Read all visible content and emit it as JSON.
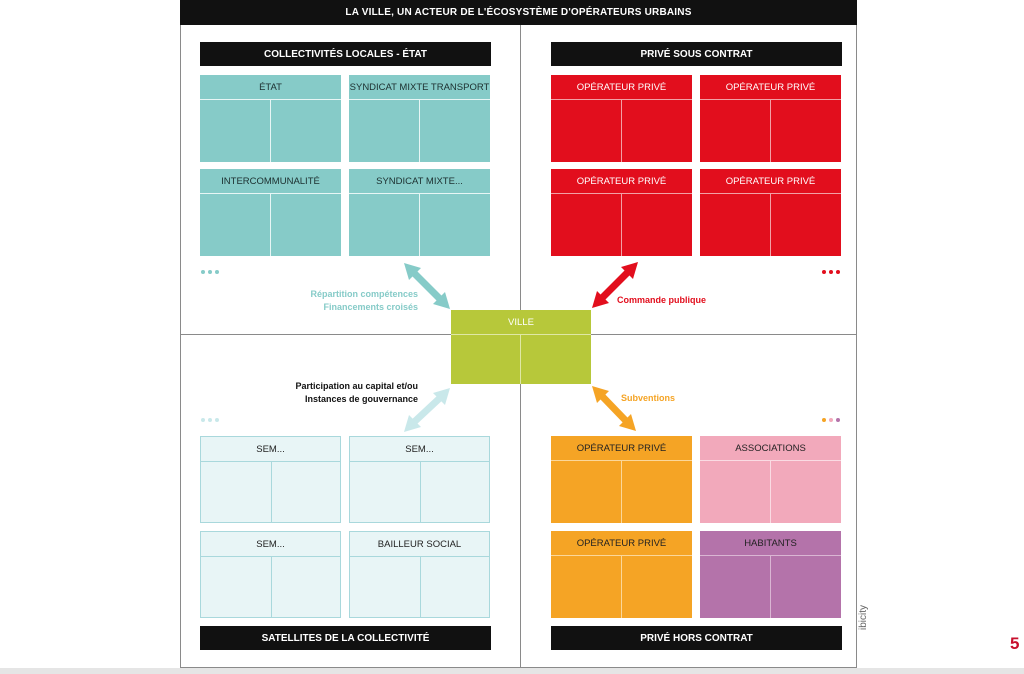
{
  "title": "LA VILLE, UN ACTEUR DE L'ÉCOSYSTÈME D'OPÉRATEURS URBAINS",
  "quadrants": {
    "top_left": {
      "label": "COLLECTIVITÉS LOCALES - ÉTAT",
      "cards": [
        "ÉTAT",
        "SYNDICAT MIXTE TRANSPORT",
        "INTERCOMMUNALITÉ",
        "SYNDICAT MIXTE..."
      ],
      "note_line1": "Répartition compétences",
      "note_line2": "Financements croisés",
      "color": "#86cbc8"
    },
    "top_right": {
      "label": "PRIVÉ SOUS CONTRAT",
      "cards": [
        "OPÉRATEUR PRIVÉ",
        "OPÉRATEUR PRIVÉ",
        "OPÉRATEUR PRIVÉ",
        "OPÉRATEUR PRIVÉ"
      ],
      "note": "Commande publique",
      "color": "#e20e1d"
    },
    "bottom_left": {
      "label": "SATELLITES DE LA COLLECTIVITÉ",
      "cards": [
        "SEM...",
        "SEM...",
        "SEM...",
        "BAILLEUR SOCIAL"
      ],
      "note_line1": "Participation au capital et/ou",
      "note_line2": "Instances de gouvernance",
      "color": "#a9d8dc"
    },
    "bottom_right": {
      "label": "PRIVÉ HORS CONTRAT",
      "cards": [
        "OPÉRATEUR PRIVÉ",
        "ASSOCIATIONS",
        "OPÉRATEUR PRIVÉ",
        "HABITANTS"
      ],
      "note": "Subventions",
      "color": "#f5a425"
    }
  },
  "center": {
    "label": "VILLE",
    "color": "#b7c83a"
  },
  "side_logo": "ibicity",
  "page_number": "5"
}
